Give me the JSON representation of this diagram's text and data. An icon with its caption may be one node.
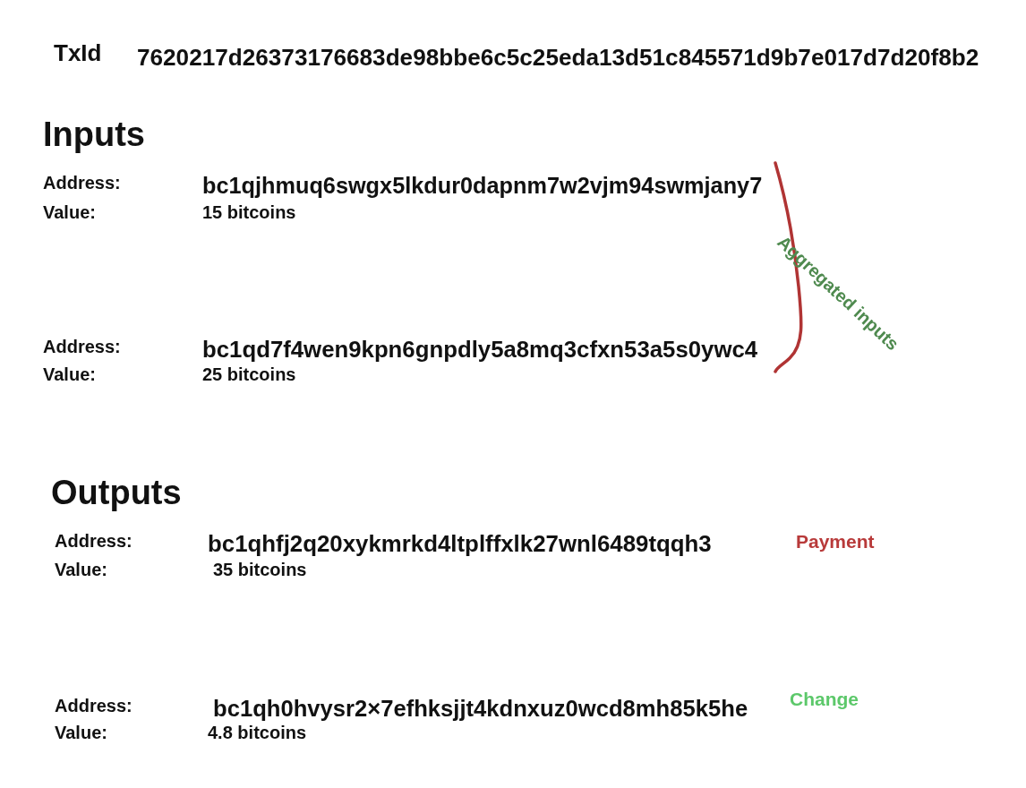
{
  "diagram": {
    "labels": [
      "TxId",
      "7620217d26373176683de98bbe6c5c25eda13d51c845571d9b7e017d7d20f8b2",
      "Inputs",
      "Address:",
      "bc1qjhmuq6swgx5lkdur0dapnm7w2vjm94swmjany7",
      "Aggregated inputs",
      "Value:",
      "15 bitcoins",
      "Address:",
      "bc1qd7f4wen9kpn6gnpdly5a8mq3cfxn53a5s0ywc4",
      "Value:",
      "25 bitcoins",
      "Outputs",
      "Address:",
      "bc1qhfj2q20xykmrkd4ltplffxlk27wnl6489tqqh3",
      "Payment",
      "Value:",
      "35 bitcoins",
      "Address:",
      "bc1qh0hvysr2×7efhksjjt4kdnxuz0wcd8mh85k5he",
      "Change",
      "Value:",
      "4.8 bitcoins"
    ]
  }
}
